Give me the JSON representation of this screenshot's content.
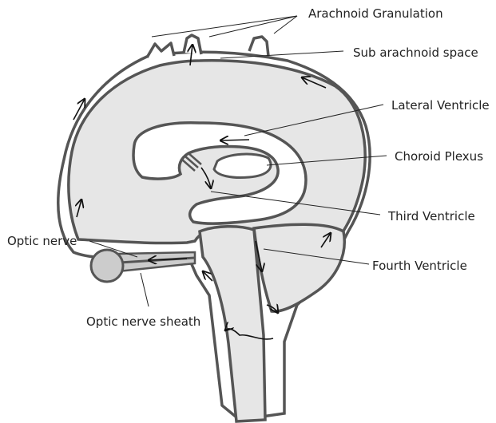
{
  "labels": {
    "arachnoid_granulation": "Arachnoid Granulation",
    "sub_arachnoid_space": "Sub arachnoid space",
    "lateral_ventricle": "Lateral Ventricle",
    "choroid_plexus": "Choroid Plexus",
    "third_ventricle": "Third Ventricle",
    "fourth_ventricle": "Fourth Ventricle",
    "optic_nerve": "Optic nerve",
    "optic_nerve_sheath": "Optic nerve sheath"
  },
  "colors": {
    "outline": "#555555",
    "fill": "#e6e6e6",
    "background": "#ffffff",
    "arrow": "#111111",
    "text": "#222222"
  }
}
